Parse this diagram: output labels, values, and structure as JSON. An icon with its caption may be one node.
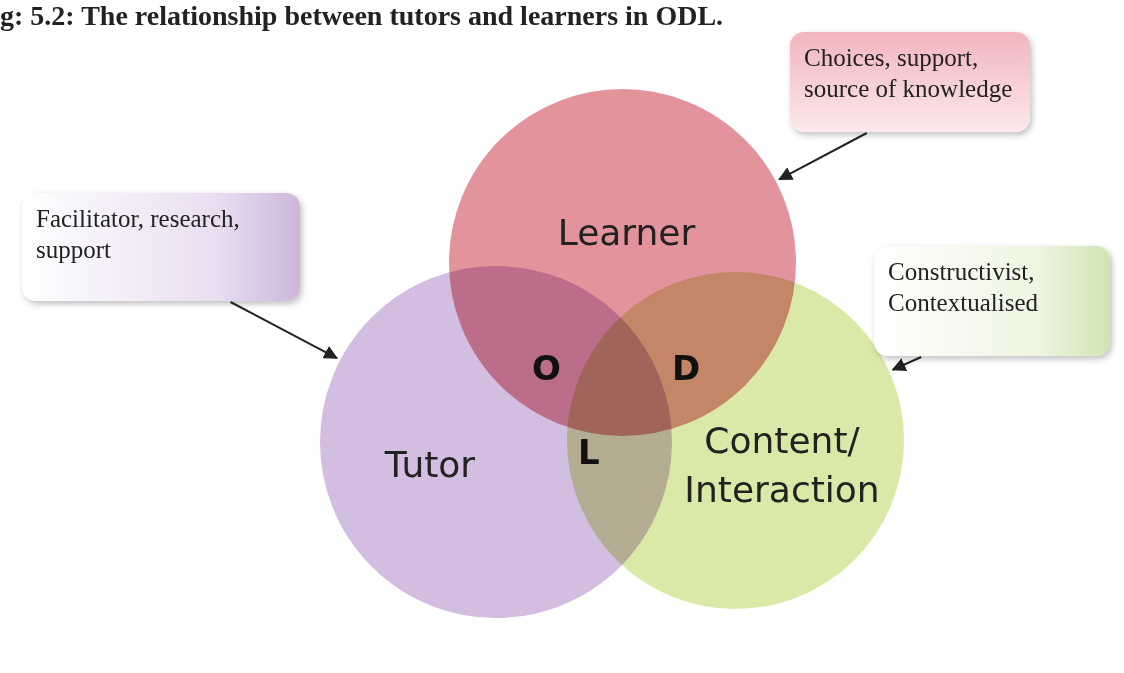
{
  "diagram": {
    "title": "g: 5.2: The relationship between tutors and learners in ODL.",
    "nodes": [
      {
        "text": [
          "Learner"
        ]
      },
      {
        "text": [
          "Tutor"
        ]
      },
      {
        "text": [
          "Content/ Interaction"
        ]
      },
      {
        "text": [
          "Choices, support, source of knowledge"
        ]
      },
      {
        "text": [
          "Facilitator, research, support"
        ]
      },
      {
        "text": [
          "Constructivist, Contextualised"
        ]
      }
    ],
    "edges": [
      {
        "from": 3,
        "to": 0,
        "arrow": "to"
      },
      {
        "from": 4,
        "to": 1,
        "arrow": "to"
      },
      {
        "from": 5,
        "to": 2,
        "arrow": "to"
      }
    ],
    "labels": [
      "O",
      "D",
      "L"
    ]
  }
}
